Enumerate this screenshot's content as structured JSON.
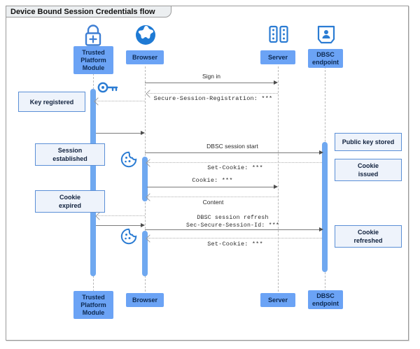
{
  "frame": {
    "label": "Device Bound Session Credentials flow"
  },
  "colors": {
    "actor_fill": "#6ba3f5",
    "actor_text": "#0d2a52",
    "note_fill": "#eef3fb",
    "note_border": "#5b8fd6",
    "activation": "#6fa8f0",
    "lifeline": "#b9b9b9",
    "icon_blue": "#2b7cd3",
    "frame_border": "#9a9a9a"
  },
  "actors": [
    {
      "id": "tpm",
      "label": "Trusted\nPlatform\nModule",
      "icon": "lock-plus-icon"
    },
    {
      "id": "browser",
      "label": "Browser",
      "icon": "globe-icon"
    },
    {
      "id": "server",
      "label": "Server",
      "icon": "server-rack-icon"
    },
    {
      "id": "dbsc",
      "label": "DBSC\nendpoint",
      "icon": "id-badge-icon"
    }
  ],
  "notes": [
    {
      "id": "key-registered",
      "text": "Key registered",
      "side": "left"
    },
    {
      "id": "session-established",
      "text": "Session\nestablished",
      "side": "left"
    },
    {
      "id": "cookie-expired",
      "text": "Cookie\nexpired",
      "side": "left"
    },
    {
      "id": "public-key-stored",
      "text": "Public key stored",
      "side": "right"
    },
    {
      "id": "cookie-issued",
      "text": "Cookie\nissued",
      "side": "right"
    },
    {
      "id": "cookie-refreshed",
      "text": "Cookie\nrefreshed",
      "side": "right"
    }
  ],
  "messages": [
    {
      "id": "sign-in",
      "label": "Sign in",
      "from": "browser",
      "to": "server",
      "style": "solid",
      "mono": false
    },
    {
      "id": "sec-session-reg",
      "label": "Secure-Session-Registration: ***",
      "from": "server",
      "to": "browser",
      "style": "dashed",
      "mono": true
    },
    {
      "id": "tpm-to-browser",
      "label": "",
      "from": "tpm",
      "to": "browser",
      "style": "solid",
      "mono": false
    },
    {
      "id": "dbsc-start",
      "label": "DBSC session start",
      "from": "browser",
      "to": "dbsc",
      "style": "solid",
      "mono": false
    },
    {
      "id": "set-cookie-1",
      "label": "Set-Cookie: ***",
      "from": "dbsc",
      "to": "browser",
      "style": "dashed",
      "mono": true
    },
    {
      "id": "cookie",
      "label": "Cookie: ***",
      "from": "browser",
      "to": "server",
      "style": "solid",
      "mono": true
    },
    {
      "id": "content",
      "label": "Content",
      "from": "server",
      "to": "browser",
      "style": "dashed",
      "mono": false
    },
    {
      "id": "cookie-expired-back",
      "label": "",
      "from": "browser",
      "to": "tpm",
      "style": "dashed",
      "mono": false
    },
    {
      "id": "tpm-to-browser-2",
      "label": "",
      "from": "tpm",
      "to": "browser",
      "style": "solid",
      "mono": false
    },
    {
      "id": "dbsc-refresh",
      "label": "DBSC session refresh\nSec-Secure-Session-Id: ***",
      "from": "browser",
      "to": "dbsc",
      "style": "solid",
      "mono": true
    },
    {
      "id": "set-cookie-2",
      "label": "Set-Cookie: ***",
      "from": "dbsc",
      "to": "browser",
      "style": "dashed",
      "mono": true
    }
  ],
  "inline_icons": [
    {
      "id": "key-icon",
      "name": "key-icon",
      "near": "tpm"
    },
    {
      "id": "cookie-icon-1",
      "name": "cookie-icon",
      "near": "browser"
    },
    {
      "id": "cookie-icon-2",
      "name": "cookie-icon",
      "near": "browser"
    }
  ]
}
